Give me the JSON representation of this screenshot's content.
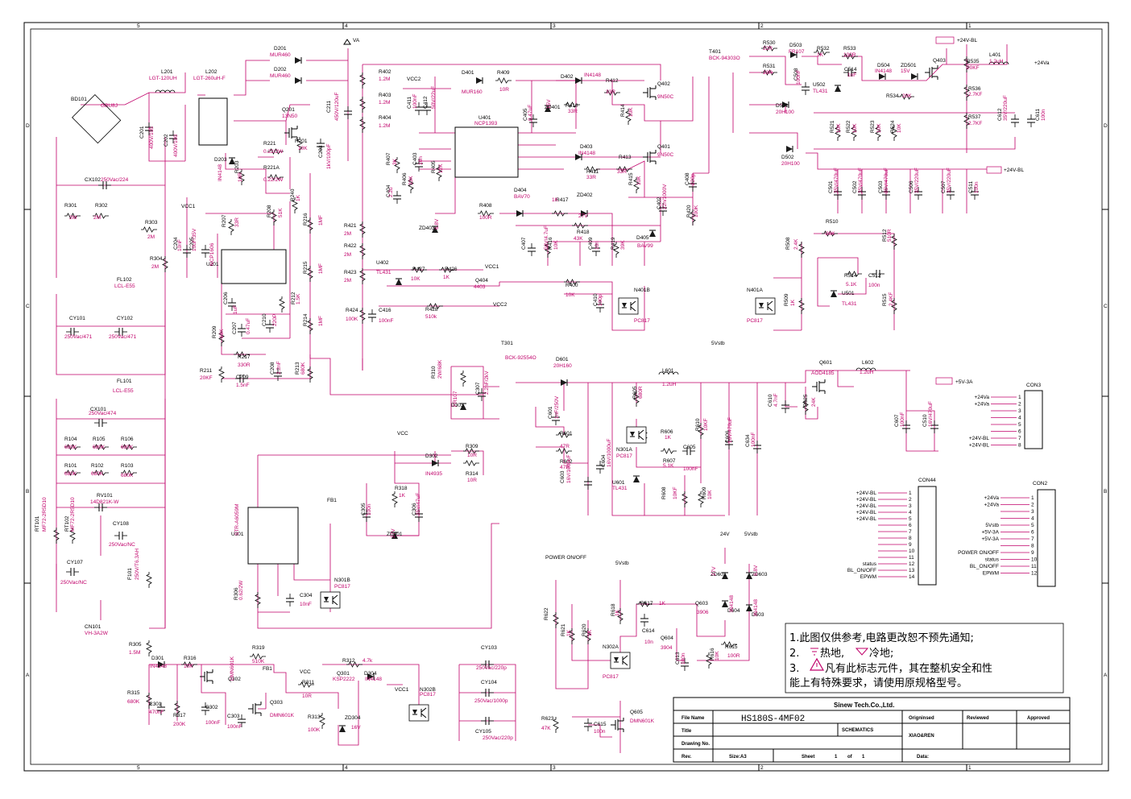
{
  "frame": {
    "col_labels": [
      "5",
      "4",
      "3",
      "2",
      "1"
    ],
    "row_labels": [
      "D",
      "C",
      "B",
      "A"
    ]
  },
  "components": [
    {
      "ref": "BD101",
      "value": "GBU8J"
    },
    {
      "ref": "L201",
      "value": "LGT-120UH"
    },
    {
      "ref": "L202",
      "value": "LGT-260uH-F"
    },
    {
      "ref": "D201",
      "value": "MUR460"
    },
    {
      "ref": "D202",
      "value": "MUR460"
    },
    {
      "ref": "C201",
      "value": "400V/105"
    },
    {
      "ref": "C202",
      "value": "400V/100"
    },
    {
      "ref": "C211",
      "value": "450V/120uF"
    },
    {
      "ref": "Q201",
      "value": "13N50"
    },
    {
      "ref": "C203",
      "value": "1kV/100pF"
    },
    {
      "ref": "R201",
      "value": "10K"
    },
    {
      "ref": "R221",
      "value": "0.22/2W"
    },
    {
      "ref": "R221A",
      "value": "0.22/2W"
    },
    {
      "ref": "D203",
      "value": "IN4148"
    },
    {
      "ref": "R203",
      "value": "10R"
    },
    {
      "ref": "CX102",
      "value": "250Vac/224"
    },
    {
      "ref": "R301",
      "value": "2M"
    },
    {
      "ref": "R302",
      "value": "2M"
    },
    {
      "ref": "R303",
      "value": "2M"
    },
    {
      "ref": "R304",
      "value": "2M"
    },
    {
      "ref": "FL102",
      "value": "LCL-E55"
    },
    {
      "ref": "CY101",
      "value": "250Vac/471"
    },
    {
      "ref": "CY102",
      "value": "250Vac/471"
    },
    {
      "ref": "FL101",
      "value": "LCL-E55"
    },
    {
      "ref": "CX101",
      "value": "250Vac/474"
    },
    {
      "ref": "R104",
      "value": "680K"
    },
    {
      "ref": "R105",
      "value": "680K"
    },
    {
      "ref": "R106",
      "value": "680K"
    },
    {
      "ref": "R101",
      "value": "680K"
    },
    {
      "ref": "R102",
      "value": "680K"
    },
    {
      "ref": "R103",
      "value": "680K"
    },
    {
      "ref": "RV101",
      "value": "14D821K-W"
    },
    {
      "ref": "RT101",
      "value": "MF72-2R5D10"
    },
    {
      "ref": "RT102",
      "value": "MF72-2R5D10"
    },
    {
      "ref": "CY108",
      "value": "250Vac/NC"
    },
    {
      "ref": "CY107",
      "value": "250Vac/NC"
    },
    {
      "ref": "F101",
      "value": "250V/T6.3AH"
    },
    {
      "ref": "CN101",
      "value": "VH-3A2W"
    },
    {
      "ref": "U201",
      "value": "NCP1606"
    },
    {
      "ref": "C204",
      "value": "10nF"
    },
    {
      "ref": "C205",
      "value": "10uF/35V"
    },
    {
      "ref": "R207",
      "value": "33R"
    },
    {
      "ref": "R208",
      "value": "51K"
    },
    {
      "ref": "R240",
      "value": "1K"
    },
    {
      "ref": "R216",
      "value": "1MF"
    },
    {
      "ref": "R215",
      "value": "1MF"
    },
    {
      "ref": "R214",
      "value": "1MF"
    },
    {
      "ref": "C206",
      "value": "1uF"
    },
    {
      "ref": "C207",
      "value": "0.47uF"
    },
    {
      "ref": "C210",
      "value": "220P"
    },
    {
      "ref": "R212",
      "value": "1.5K"
    },
    {
      "ref": "R209",
      "value": "10K"
    },
    {
      "ref": "R217",
      "value": "330R"
    },
    {
      "ref": "C209",
      "value": "1.5nF"
    },
    {
      "ref": "C208",
      "value": "2.2nF"
    },
    {
      "ref": "R211",
      "value": "20KF"
    },
    {
      "ref": "R213",
      "value": "680K"
    },
    {
      "ref": "R402",
      "value": "1.2M"
    },
    {
      "ref": "R403",
      "value": "1.2M"
    },
    {
      "ref": "R404",
      "value": "1.2M"
    },
    {
      "ref": "C411",
      "value": "100nF"
    },
    {
      "ref": "C412",
      "value": "50V/22uF"
    },
    {
      "ref": "D401",
      "value": "MUR160"
    },
    {
      "ref": "R409",
      "value": "10R"
    },
    {
      "ref": "U401",
      "value": "NCP1393"
    },
    {
      "ref": "C405",
      "value": "0.47uF"
    },
    {
      "ref": "ZD401",
      "value": "15V"
    },
    {
      "ref": "D402",
      "value": "IN4148"
    },
    {
      "ref": "R410",
      "value": "33R"
    },
    {
      "ref": "R412",
      "value": "33R"
    },
    {
      "ref": "Q402",
      "value": "9N50C"
    },
    {
      "ref": "R414",
      "value": "10K"
    },
    {
      "ref": "D403",
      "value": "IN4148"
    },
    {
      "ref": "R411",
      "value": "33R"
    },
    {
      "ref": "R413",
      "value": "33R"
    },
    {
      "ref": "Q401",
      "value": "9N50C"
    },
    {
      "ref": "R415",
      "value": "10K"
    },
    {
      "ref": "R407",
      "value": "3K"
    },
    {
      "ref": "R406",
      "value": "33K"
    },
    {
      "ref": "C403",
      "value": "10n"
    },
    {
      "ref": "R405",
      "value": "12K"
    },
    {
      "ref": "C404",
      "value": "2.2u"
    },
    {
      "ref": "R408",
      "value": "100R"
    },
    {
      "ref": "D404",
      "value": "BAV70"
    },
    {
      "ref": "R417",
      "value": "1K"
    },
    {
      "ref": "ZD402",
      "value": "27V"
    },
    {
      "ref": "R416",
      "value": "10K"
    },
    {
      "ref": "R418",
      "value": "43K"
    },
    {
      "ref": "C409",
      "value": "10n"
    },
    {
      "ref": "R419",
      "value": "39K"
    },
    {
      "ref": "C402",
      "value": "22n/1000V"
    },
    {
      "ref": "C408",
      "value": "220p"
    },
    {
      "ref": "R420",
      "value": "100K"
    },
    {
      "ref": "D405",
      "value": "BAV99"
    },
    {
      "ref": "ZD403",
      "value": "6.8V"
    },
    {
      "ref": "C407",
      "value": "50V/4.7uF"
    },
    {
      "ref": "R421",
      "value": "2M"
    },
    {
      "ref": "R422",
      "value": "2M"
    },
    {
      "ref": "R423",
      "value": "2M"
    },
    {
      "ref": "R424",
      "value": "100K"
    },
    {
      "ref": "C416",
      "value": "100nF"
    },
    {
      "ref": "U402",
      "value": "TL431"
    },
    {
      "ref": "R427",
      "value": "10K"
    },
    {
      "ref": "R426",
      "value": "1K"
    },
    {
      "ref": "Q404",
      "value": "4403"
    },
    {
      "ref": "R428",
      "value": "510k"
    },
    {
      "ref": "R400",
      "value": "10K"
    },
    {
      "ref": "C410",
      "value": "100p"
    },
    {
      "ref": "N401B",
      "value": "PC817"
    },
    {
      "ref": "T401",
      "value": "BCK-94303O"
    },
    {
      "ref": "R530",
      "value": "22R"
    },
    {
      "ref": "R531",
      "value": "22R"
    },
    {
      "ref": "D503",
      "value": "FR107"
    },
    {
      "ref": "R532",
      "value": "1K"
    },
    {
      "ref": "C508",
      "value": "100nF"
    },
    {
      "ref": "U502",
      "value": "TL431"
    },
    {
      "ref": "R533",
      "value": "100R"
    },
    {
      "ref": "C514",
      "value": "1nF"
    },
    {
      "ref": "D504",
      "value": "IN4148"
    },
    {
      "ref": "ZD501",
      "value": "15V"
    },
    {
      "ref": "Q403",
      "value": ""
    },
    {
      "ref": "R534",
      "value": "20K"
    },
    {
      "ref": "D501",
      "value": "20H100"
    },
    {
      "ref": "D502",
      "value": "20H100"
    },
    {
      "ref": "R535",
      "value": "20KF"
    },
    {
      "ref": "R536",
      "value": "2.7KF"
    },
    {
      "ref": "R537",
      "value": "2.7KF"
    },
    {
      "ref": "L401",
      "value": "1.2uH"
    },
    {
      "ref": "C612",
      "value": "35V/220uF"
    },
    {
      "ref": "C611",
      "value": "100n"
    },
    {
      "ref": "R521",
      "value": "10K"
    },
    {
      "ref": "R522",
      "value": "10K"
    },
    {
      "ref": "R523",
      "value": "10K"
    },
    {
      "ref": "R524",
      "value": "10K"
    },
    {
      "ref": "C501",
      "value": "35V/470uF"
    },
    {
      "ref": "C502",
      "value": "35V/470uF"
    },
    {
      "ref": "C503",
      "value": "35V/470uF"
    },
    {
      "ref": "C506",
      "value": "35V/220uF"
    },
    {
      "ref": "C507",
      "value": "35V/220uF"
    },
    {
      "ref": "C511",
      "value": "100n"
    },
    {
      "ref": "R510",
      "value": "20K"
    },
    {
      "ref": "R508",
      "value": "2.4K"
    },
    {
      "ref": "R512",
      "value": "510R"
    },
    {
      "ref": "R514",
      "value": "5.1K"
    },
    {
      "ref": "C512",
      "value": "100n"
    },
    {
      "ref": "N401A",
      "value": "PC817"
    },
    {
      "ref": "R509",
      "value": "1K"
    },
    {
      "ref": "U501",
      "value": "TL431"
    },
    {
      "ref": "R515",
      "value": "2.4KF"
    },
    {
      "ref": "T301",
      "value": "BCK-92554O"
    },
    {
      "ref": "R310",
      "value": "2W/68K"
    },
    {
      "ref": "C307",
      "value": "2.2nF/2kV"
    },
    {
      "ref": "D303",
      "value": "FR107"
    },
    {
      "ref": "D302",
      "value": "IN4935"
    },
    {
      "ref": "R309",
      "value": "10R"
    },
    {
      "ref": "R314",
      "value": "10R"
    },
    {
      "ref": "U301",
      "value": "STR-A6059M"
    },
    {
      "ref": "C305",
      "value": "100n"
    },
    {
      "ref": "R318",
      "value": "1K"
    },
    {
      "ref": "ZD301",
      "value": "27V"
    },
    {
      "ref": "C306",
      "value": "35V/47uF"
    },
    {
      "ref": "N301B",
      "value": "PC817"
    },
    {
      "ref": "R306",
      "value": "0.62/2W"
    },
    {
      "ref": "C304",
      "value": "10nF"
    },
    {
      "ref": "D601",
      "value": "20H160"
    },
    {
      "ref": "C601",
      "value": "1nF/250V"
    },
    {
      "ref": "R601",
      "value": "47R"
    },
    {
      "ref": "R602",
      "value": "47R"
    },
    {
      "ref": "C603",
      "value": "16V/1000uF"
    },
    {
      "ref": "C604",
      "value": "16V/1000uF"
    },
    {
      "ref": "L601",
      "value": "1.2uH"
    },
    {
      "ref": "R605",
      "value": "680R"
    },
    {
      "ref": "R606",
      "value": "1K"
    },
    {
      "ref": "N301A",
      "value": "PC817"
    },
    {
      "ref": "R607",
      "value": "5.1K"
    },
    {
      "ref": "C605",
      "value": "100nF"
    },
    {
      "ref": "U601",
      "value": "TL431"
    },
    {
      "ref": "R608",
      "value": "10KF"
    },
    {
      "ref": "R609",
      "value": "10K"
    },
    {
      "ref": "R610",
      "value": "10KF"
    },
    {
      "ref": "C606",
      "value": "16V/470uF"
    },
    {
      "ref": "C634",
      "value": "100nF"
    },
    {
      "ref": "Q601",
      "value": "AOD4185"
    },
    {
      "ref": "C610",
      "value": "4.7nF"
    },
    {
      "ref": "R625",
      "value": "24K"
    },
    {
      "ref": "L602",
      "value": "1.2uH"
    },
    {
      "ref": "C607",
      "value": "100nF"
    },
    {
      "ref": "C510",
      "value": "16V/470uF"
    },
    {
      "ref": "D301",
      "value": "IN4148"
    },
    {
      "ref": "R316",
      "value": "10K"
    },
    {
      "ref": "Q302",
      "value": "DMN601K"
    },
    {
      "ref": "R319",
      "value": "510K"
    },
    {
      "ref": "R305",
      "value": "1.5M"
    },
    {
      "ref": "R315",
      "value": "680K"
    },
    {
      "ref": "C301",
      "value": "470nF"
    },
    {
      "ref": "R317",
      "value": "200K"
    },
    {
      "ref": "C302",
      "value": "100nF"
    },
    {
      "ref": "C303",
      "value": "100nF"
    },
    {
      "ref": "Q303",
      "value": "DMN601K"
    },
    {
      "ref": "R311",
      "value": "10R"
    },
    {
      "ref": "R312",
      "value": "4.7k"
    },
    {
      "ref": "Q301",
      "value": "KSP2222"
    },
    {
      "ref": "D304",
      "value": "IN4148"
    },
    {
      "ref": "R313",
      "value": "100K"
    },
    {
      "ref": "ZD304",
      "value": "16V"
    },
    {
      "ref": "N302B",
      "value": "PC817"
    },
    {
      "ref": "CY103",
      "value": "250Vac/220p"
    },
    {
      "ref": "CY104",
      "value": "250Vac/1000p"
    },
    {
      "ref": "CY105",
      "value": "250Vac/220p"
    },
    {
      "ref": "R622",
      "value": ""
    },
    {
      "ref": "R621",
      "value": "1K"
    },
    {
      "ref": "R620",
      "value": "1K"
    },
    {
      "ref": "R618",
      "value": "1K"
    },
    {
      "ref": "R617",
      "value": "1K"
    },
    {
      "ref": "C614",
      "value": "10n"
    },
    {
      "ref": "Q603",
      "value": "3906"
    },
    {
      "ref": "Q604",
      "value": "3904"
    },
    {
      "ref": "C613",
      "value": "100n"
    },
    {
      "ref": "R616",
      "value": "10K"
    },
    {
      "ref": "R615",
      "value": "100R"
    },
    {
      "ref": "N302A",
      "value": "PC817"
    },
    {
      "ref": "R623",
      "value": "47K"
    },
    {
      "ref": "C615",
      "value": "100n"
    },
    {
      "ref": "Q605",
      "value": "DMN601K"
    },
    {
      "ref": "ZD601",
      "value": "27V"
    },
    {
      "ref": "ZD603",
      "value": "6.8V"
    },
    {
      "ref": "D604",
      "value": "IN4148"
    },
    {
      "ref": "D603",
      "value": "IN4148"
    }
  ],
  "nets": {
    "va": "VA",
    "vcc1": "VCC1",
    "vcc2": "VCC2",
    "vcc": "VCC",
    "fb1": "FB1",
    "v5stb": "5Vstb",
    "v24": "24V",
    "p24v_bl": "+24V-BL",
    "p24va": "+24Va",
    "p5v_3a": "+5V-3A",
    "power_onoff": "POWER ON/OFF"
  },
  "connectors": {
    "con3": {
      "name": "CON3",
      "pins": [
        "1",
        "2",
        "3",
        "4",
        "5",
        "6",
        "7",
        "8"
      ],
      "signals": [
        "+24Va",
        "+24Va",
        "",
        "",
        "",
        "",
        "+24V-BL",
        "+24V-BL"
      ]
    },
    "con44": {
      "name": "CON44",
      "pins": [
        "1",
        "2",
        "3",
        "4",
        "5",
        "6",
        "7",
        "8",
        "9",
        "10",
        "11",
        "12",
        "13",
        "14"
      ],
      "signals": [
        "+24V-BL",
        "+24V-BL",
        "+24V-BL",
        "+24V-BL",
        "+24V-BL",
        "",
        "",
        "",
        "",
        "",
        "",
        "status",
        "BL_ON/OFF",
        "EPWM"
      ]
    },
    "con2": {
      "name": "CON2",
      "pins": [
        "1",
        "2",
        "3",
        "4",
        "5",
        "6",
        "7",
        "8",
        "9",
        "10",
        "11",
        "12"
      ],
      "signals": [
        "+24Va",
        "+24Va",
        "",
        "",
        "5Vstb",
        "+5V-3A",
        "+5V-3A",
        "",
        "POWER ON/OFF",
        "status",
        "BL_ON/OFF",
        "EPWM"
      ]
    }
  },
  "notes": [
    "1.此图仅供参考,电路更改恕不预先通知;",
    "2.",
    "热地,",
    "冷地;",
    "3.",
    "凡有此标志元件，其在整机安全和性",
    "能上有特殊要求，请使用原规格型号。"
  ],
  "title_block": {
    "company": "Sinew Tech.Co.,Ltd.",
    "file_name_label": "File Name",
    "file_name": "HS180S-4MF02",
    "title_label": "Title",
    "title": "SCHEMATICS",
    "drawing_label": "Drawing No.",
    "rev_label": "Rev.",
    "size": "Size:A3",
    "sheet_label": "Sheet",
    "sheet": "1",
    "of_label": "of",
    "sheets": "1",
    "originsed_label": "Origninsed",
    "originsed": "XIAO&REN",
    "reviewed_label": "Reviewed",
    "approved_label": "Approved",
    "date_label": "Data:"
  }
}
